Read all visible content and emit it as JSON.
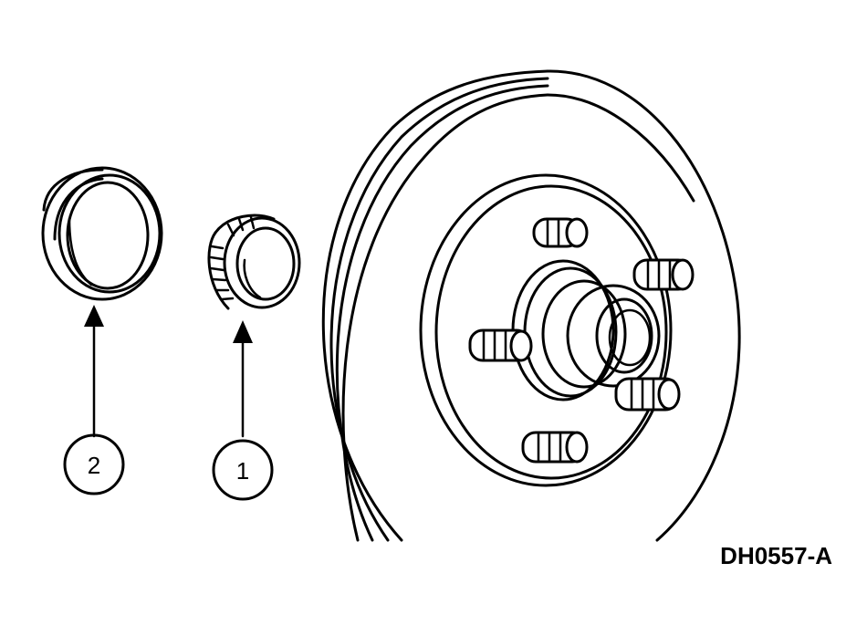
{
  "callouts": [
    {
      "id": "1",
      "label": "1"
    },
    {
      "id": "2",
      "label": "2"
    }
  ],
  "figure_code": "DH0557-A",
  "colors": {
    "ink": "#000000",
    "background": "#ffffff"
  },
  "icons": [
    "arrow-up-icon"
  ]
}
